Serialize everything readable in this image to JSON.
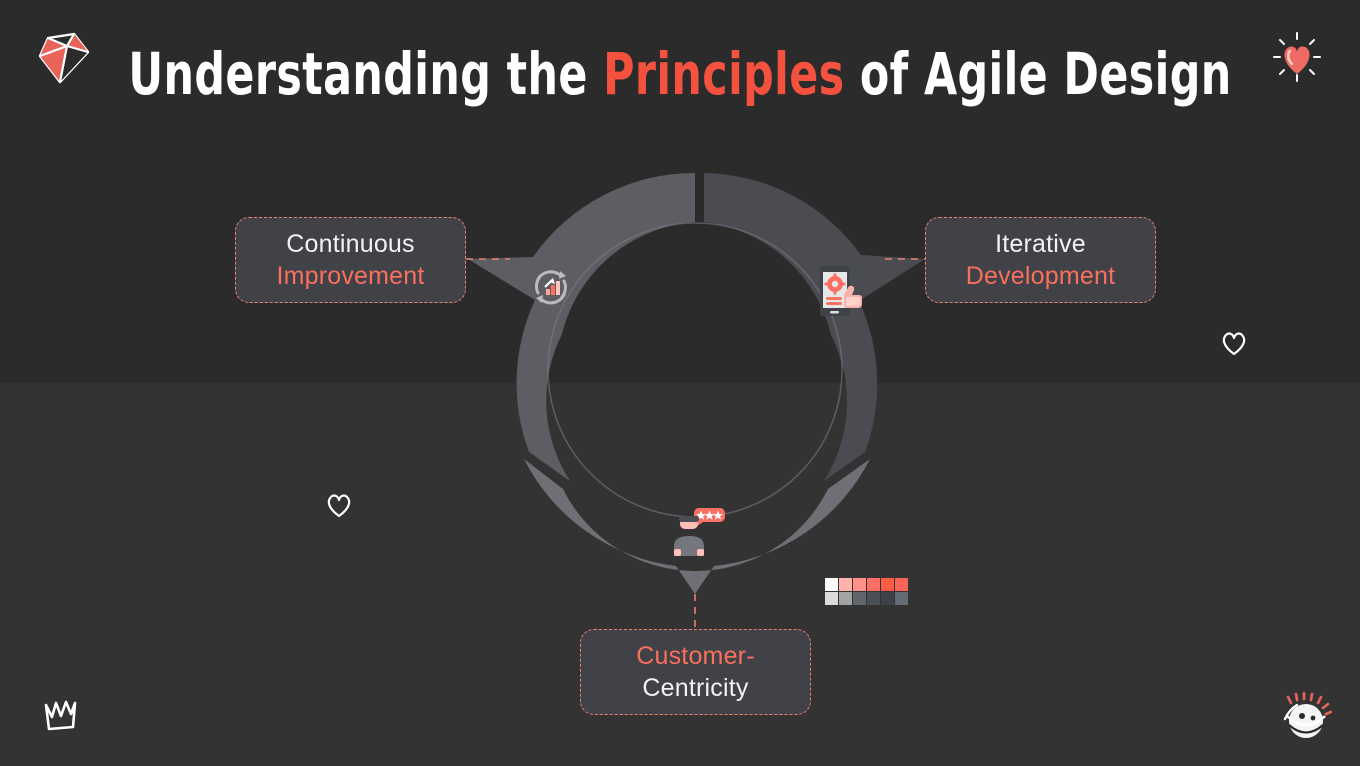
{
  "slide": {
    "title_prefix": "Understanding the ",
    "title_accent": "Principles",
    "title_suffix": " of Agile Design",
    "background_top": "#2b2b2b",
    "background_bottom": "#333333",
    "accent_color": "#f4523f",
    "coral_color": "#f9705c",
    "card_fill": "#404247",
    "card_border": "#e8836f"
  },
  "diagram": {
    "type": "donut-cycle",
    "segments": [
      {
        "id": "continuous-improvement",
        "icon": "refresh-growth-chart-icon",
        "fill": "#5c5e63",
        "start_deg": 268,
        "end_deg": 355,
        "label": {
          "line1": "Continuous",
          "line1_color": "white",
          "line2": "Improvement",
          "line2_color": "coral"
        }
      },
      {
        "id": "iterative-development",
        "icon": "mobile-gear-touch-icon",
        "fill": "#4a4c51",
        "start_deg": 4,
        "end_deg": 92,
        "label": {
          "line1": "Iterative",
          "line1_color": "white",
          "line2": "Development",
          "line2_color": "coral"
        }
      },
      {
        "id": "customer-centricity",
        "icon": "customer-rating-icon",
        "fill": "#6e7075",
        "start_deg": 100,
        "end_deg": 260,
        "label": {
          "line1": "Customer-",
          "line1_color": "coral",
          "line2": "Centricity",
          "line2_color": "white"
        }
      }
    ]
  },
  "stickers": [
    {
      "id": "gem",
      "name": "diamond-gem-sticker"
    },
    {
      "id": "heart",
      "name": "beating-heart-sticker"
    },
    {
      "id": "crown",
      "name": "crown-sticker"
    },
    {
      "id": "face",
      "name": "smiley-face-sticker"
    },
    {
      "id": "heart-outline-1",
      "name": "heart-outline-sticker"
    },
    {
      "id": "heart-outline-2",
      "name": "heart-outline-sticker"
    }
  ],
  "palette": {
    "row_top": [
      "#fbfbfb",
      "#ffb3ac",
      "#ff9189",
      "#fc6f66",
      "#fa5d46",
      "#fb6258"
    ],
    "row_bottom": [
      "#dcdcdc",
      "#a3a3a3",
      "#61666b",
      "#4b5057",
      "#3e4248",
      "#646c76"
    ]
  }
}
